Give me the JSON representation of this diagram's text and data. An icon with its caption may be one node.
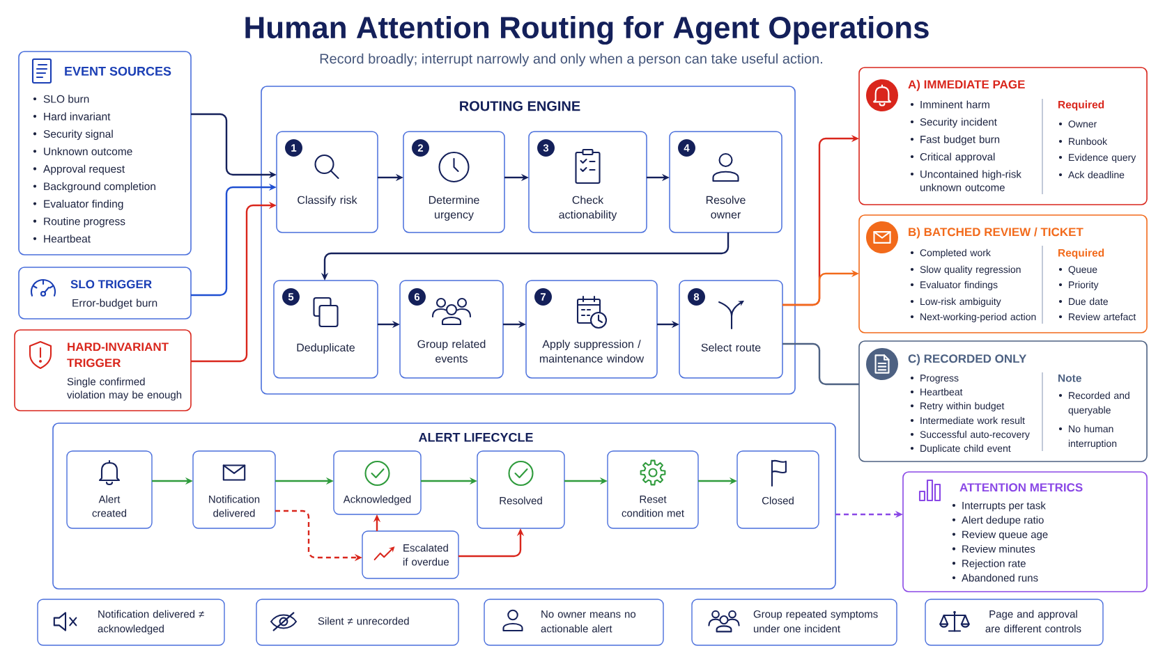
{
  "diagram": {
    "title": "Human Attention Routing for Agent Operations",
    "nodes": [
      {
        "text": [
          "EVENT SOURCES",
          "SLO burn",
          "Hard invariant",
          "Security signal",
          "Unknown outcome",
          "Approval request",
          "Background completion",
          "Evaluator finding",
          "Routine progress",
          "Heartbeat"
        ]
      },
      {
        "text": [
          "SLO TRIGGER",
          "Error-budget burn"
        ]
      },
      {
        "text": [
          "HARD-INVARIANT TRIGGER",
          "Single confirmed violation may be enough"
        ]
      },
      {
        "text": [
          "ROUTING ENGINE"
        ]
      },
      {
        "text": [
          "1",
          "Classify risk"
        ],
        "in": 3
      },
      {
        "text": [
          "2",
          "Determine urgency"
        ],
        "in": 3
      },
      {
        "text": [
          "3",
          "Check actionability"
        ],
        "in": 3
      },
      {
        "text": [
          "4",
          "Resolve owner"
        ],
        "in": 3
      },
      {
        "text": [
          "5",
          "Deduplicate"
        ],
        "in": 3
      },
      {
        "text": [
          "6",
          "Group related events"
        ],
        "in": 3
      },
      {
        "text": [
          "7",
          "Apply suppression / maintenance window"
        ],
        "in": 3
      },
      {
        "text": [
          "8",
          "Select route"
        ],
        "in": 3
      },
      {
        "text": [
          "A) IMMEDIATE PAGE",
          "Imminent harm",
          "Security incident",
          "Fast budget burn",
          "Critical approval",
          "Uncontained high-risk unknown outcome",
          "Required",
          "Owner",
          "Runbook",
          "Evidence query",
          "Ack deadline"
        ]
      },
      {
        "text": [
          "B) BATCHED REVIEW / TICKET",
          "Completed work",
          "Slow quality regression",
          "Evaluator findings",
          "Low-risk ambiguity",
          "Next-working-period action",
          "Required",
          "Queue",
          "Priority",
          "Due date",
          "Review artefact"
        ]
      },
      {
        "text": [
          "C) RECORDED ONLY",
          "Progress",
          "Heartbeat",
          "Retry within budget",
          "Intermediate work result",
          "Successful auto-recovery",
          "Duplicate child event",
          "Note",
          "Recorded and queryable",
          "No human interruption"
        ]
      },
      {
        "text": [
          "ALERT LIFECYCLE"
        ]
      },
      {
        "text": [
          "Alert created"
        ],
        "in": 15
      },
      {
        "text": [
          "Notification delivered"
        ],
        "in": 15
      },
      {
        "text": [
          "Acknowledged"
        ],
        "in": 15
      },
      {
        "text": [
          "Resolved"
        ],
        "in": 15
      },
      {
        "text": [
          "Reset condition met"
        ],
        "in": 15
      },
      {
        "text": [
          "Closed"
        ],
        "in": 15
      },
      {
        "text": [
          "Escalated if overdue"
        ],
        "in": 15
      },
      {
        "text": [
          "ATTENTION METRICS",
          "Interrupts per task",
          "Alert dedupe ratio",
          "Review queue age",
          "Review minutes",
          "Rejection rate",
          "Abandoned runs"
        ]
      },
      {
        "text": [
          "Notification delivered ≠ acknowledged"
        ]
      },
      {
        "text": [
          "Silent ≠ unrecorded"
        ]
      },
      {
        "text": [
          "No owner means no actionable alert"
        ]
      },
      {
        "text": [
          "Group repeated symptoms under one incident"
        ]
      },
      {
        "text": [
          "Page and approval are different controls"
        ]
      }
    ],
    "edges": [
      {
        "from": 0,
        "to": 4,
        "arrow": "to"
      },
      {
        "from": 1,
        "to": 4,
        "arrow": "to",
        "color": "#1f4fd1"
      },
      {
        "from": 2,
        "to": 4,
        "arrow": "to",
        "color": "#d9261c"
      },
      {
        "from": 4,
        "to": 5,
        "arrow": "to"
      },
      {
        "from": 5,
        "to": 6,
        "arrow": "to"
      },
      {
        "from": 6,
        "to": 7,
        "arrow": "to"
      },
      {
        "from": 7,
        "to": 8,
        "arrow": "to"
      },
      {
        "from": 8,
        "to": 9,
        "arrow": "to"
      },
      {
        "from": 9,
        "to": 10,
        "arrow": "to"
      },
      {
        "from": 10,
        "to": 11,
        "arrow": "to"
      },
      {
        "from": 11,
        "to": 12,
        "arrow": "to",
        "color": "#d9261c"
      },
      {
        "from": 11,
        "to": 13,
        "arrow": "to",
        "color": "#f26a1b"
      },
      {
        "from": 11,
        "to": 14,
        "arrow": "none",
        "color": "#4d6182"
      },
      {
        "from": 16,
        "to": 17,
        "arrow": "to",
        "color": "#2f9b3c"
      },
      {
        "from": 17,
        "to": 18,
        "arrow": "to",
        "color": "#2f9b3c"
      },
      {
        "from": 18,
        "to": 19,
        "arrow": "to",
        "color": "#2f9b3c"
      },
      {
        "from": 19,
        "to": 20,
        "arrow": "to",
        "color": "#2f9b3c"
      },
      {
        "from": 20,
        "to": 21,
        "arrow": "to",
        "color": "#2f9b3c"
      },
      {
        "from": 17,
        "to": 22,
        "arrow": "to",
        "style": "dashed",
        "color": "#d9261c"
      },
      {
        "from": 22,
        "to": 18,
        "arrow": "to",
        "color": "#d9261c"
      },
      {
        "from": 22,
        "to": 19,
        "arrow": "to",
        "color": "#d9261c"
      },
      {
        "from": 15,
        "to": 23,
        "arrow": "to",
        "style": "dashed",
        "color": "#8a48e6"
      }
    ],
    "labels": [
      "Record broadly; interrupt narrowly and only when a person can take useful action."
    ]
  }
}
